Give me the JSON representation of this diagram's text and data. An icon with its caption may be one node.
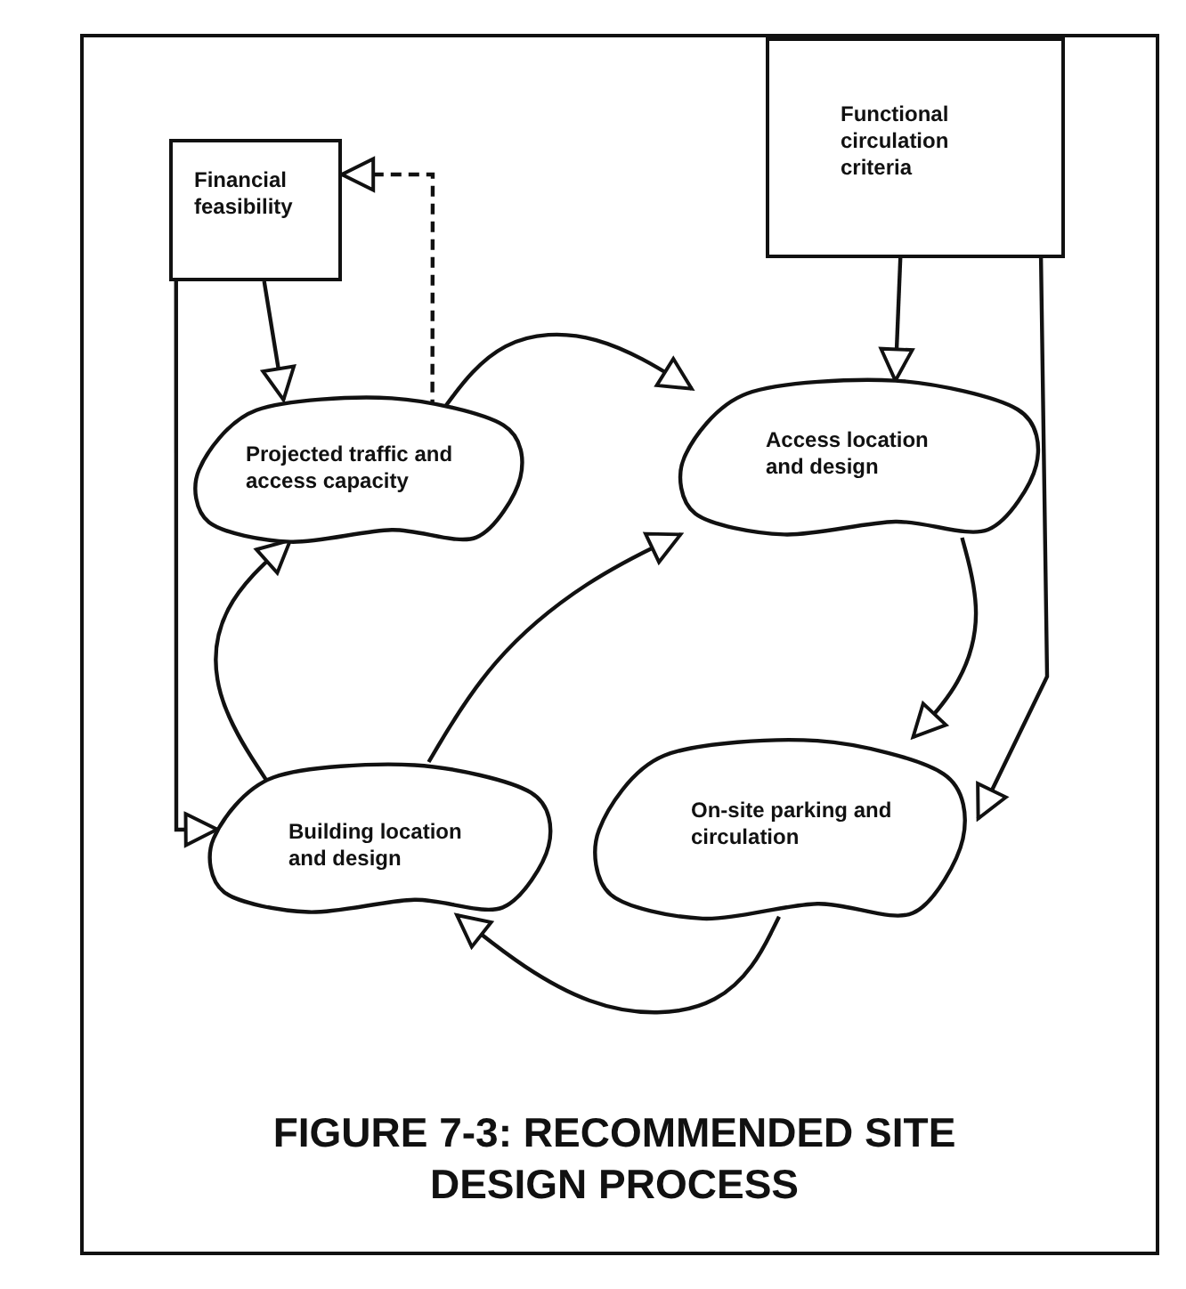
{
  "diagram": {
    "caption": "FIGURE 7-3: RECOMMENDED SITE DESIGN PROCESS",
    "nodes": [
      {
        "text": [
          "Financial feasibility"
        ]
      },
      {
        "text": [
          "Functional circulation criteria"
        ]
      },
      {
        "text": [
          "Projected traffic and access capacity"
        ]
      },
      {
        "text": [
          "Access location and design"
        ]
      },
      {
        "text": [
          "Building location and design"
        ]
      },
      {
        "text": [
          "On-site parking and circulation"
        ]
      }
    ],
    "edges": [
      {
        "from": 0,
        "to": 2,
        "arrow": "to"
      },
      {
        "from": 0,
        "to": 4,
        "arrow": "to"
      },
      {
        "from": 2,
        "to": 0,
        "arrow": "to",
        "style": "dashed"
      },
      {
        "from": 2,
        "to": 3,
        "arrow": "to"
      },
      {
        "from": 1,
        "to": 3,
        "arrow": "to"
      },
      {
        "from": 1,
        "to": 5,
        "arrow": "to"
      },
      {
        "from": 3,
        "to": 5,
        "arrow": "to"
      },
      {
        "from": 5,
        "to": 4,
        "arrow": "to"
      },
      {
        "from": 4,
        "to": 2,
        "arrow": "to"
      },
      {
        "from": 4,
        "to": 3,
        "arrow": "to"
      }
    ]
  }
}
